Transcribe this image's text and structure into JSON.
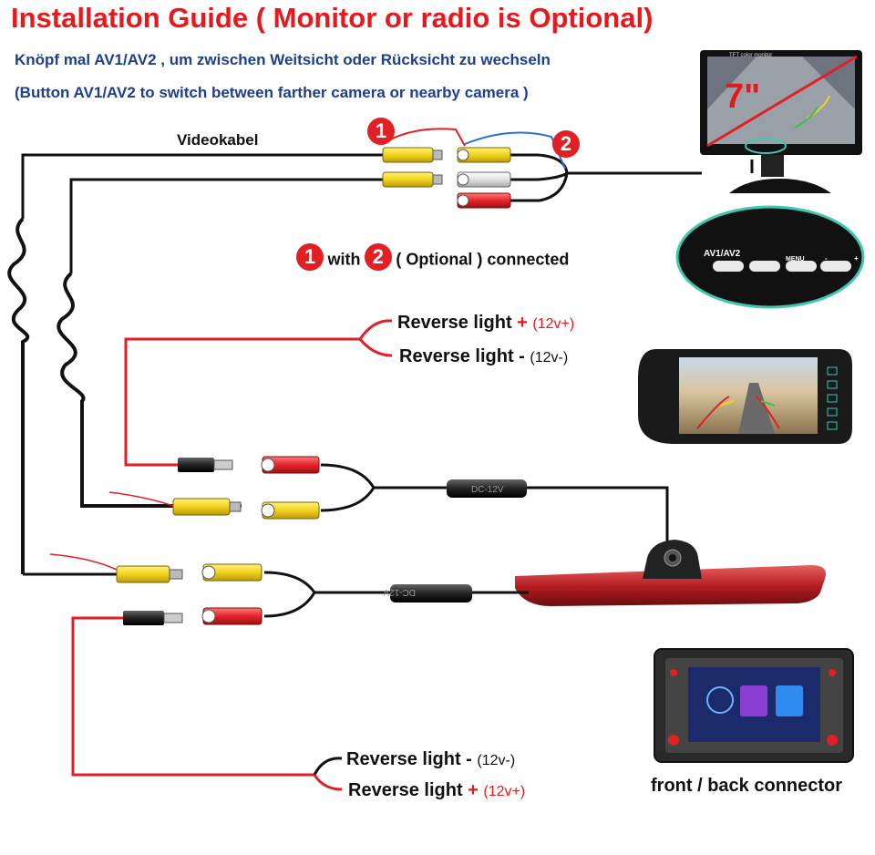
{
  "title": "Installation Guide ( Monitor or radio is Optional)",
  "subtitle_de": "Knöpf mal AV1/AV2 , um zwischen Weitsicht oder Rücksicht zu wechseln",
  "subtitle_en": "(Button AV1/AV2 to switch between farther camera or nearby camera )",
  "videokabel": "Videokabel",
  "badge_1": "1",
  "badge_2": "2",
  "optional_note": {
    "with": "with",
    "rest": "( Optional ) connected"
  },
  "monitor_size": "7\"",
  "monitor_brand": "TFT color monitor",
  "button_panel": {
    "av": "AV1/AV2",
    "menu": "MENU",
    "minus": "-",
    "plus": "+"
  },
  "reverse_upper": {
    "plus_label": "Reverse light",
    "plus_sign": "+",
    "plus_voltage": "(12v+)",
    "minus_label": "Reverse light",
    "minus_sign": "-",
    "minus_voltage": "(12v-)"
  },
  "reverse_lower": {
    "minus_label": "Reverse light",
    "minus_sign": "-",
    "minus_voltage": "(12v-)",
    "plus_label": "Reverse light",
    "plus_sign": "+",
    "plus_voltage": "(12v+)"
  },
  "dc_label": "DC-12V",
  "radio_caption": "front / back connector",
  "colors": {
    "title": "#e8191c",
    "subtitle": "#1d3f8c",
    "badge": "#e21f24",
    "rca_yellow": "#f2d21c",
    "rca_red": "#e8232b",
    "rca_white": "#e8e8e8"
  }
}
